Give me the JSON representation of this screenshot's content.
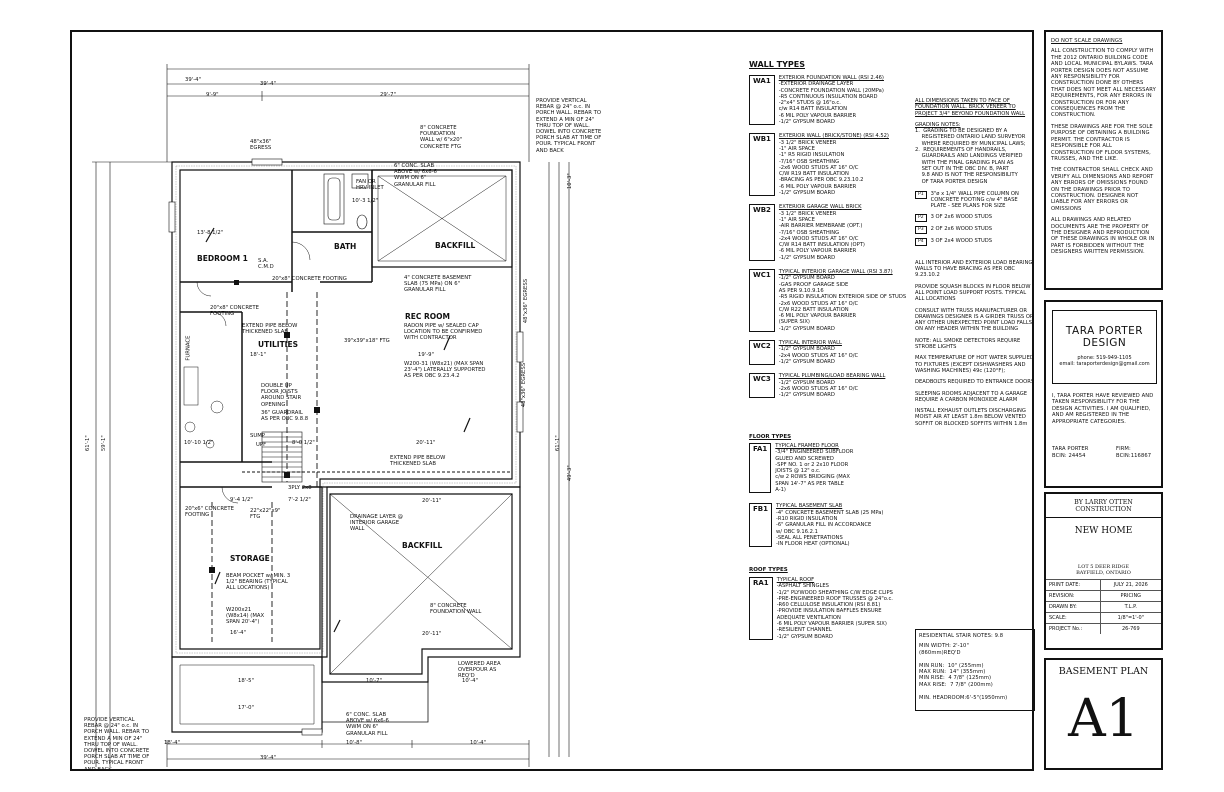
{
  "plan": {
    "dims_top": [
      "39'-4\"",
      "39'-4\"",
      "9'-9\"",
      "29'-7\""
    ],
    "dims_bottom": [
      "18'-4\"",
      "10'-8\"",
      "10'-4\"",
      "39'-4\""
    ],
    "dims_left": [
      "61'-1\"",
      "59'-1\""
    ],
    "dims_right": [
      "61'-1\"",
      "10'-3\"",
      "49'-3\""
    ],
    "rooms": {
      "bedroom": "BEDROOM 1",
      "bath": "BATH",
      "backfill_top": "BACKFILL",
      "rec": "REC ROOM",
      "utilities": "UTILITIES",
      "storage": "STORAGE",
      "backfill_bottom": "BACKFILL",
      "furnace": "FURNACE",
      "sump": "SUMP",
      "upf": "UPF",
      "egress_right1": "48\"x36\" EGRESS",
      "egress_right2": "48\"x36\" EGRESS"
    },
    "labels": {
      "window_top": "48\"x36\" EGRESS",
      "fan": "FAN OR HRV INLET",
      "bath_dim": "10'-3 1/2\"",
      "bedroom_dim": "13'-8 1/2\"",
      "sa": "S.A. C.M.D",
      "footing1": "20\"x8\" CONCRETE FOOTING",
      "footing2": "20\"x8\" CONCRETE FOOTING",
      "slab_note": "4\" CONCRETE BASEMENT SLAB (75 MPa) ON 6\" GRANULAR FILL",
      "extend_pipe": "EXTEND PIPE BELOW THICKENED SLAB",
      "radon": "RADON PIPE w/ SEALED CAP LOCATION TO BE CONFIRMED WITH CONTRACTOR",
      "beam": "W200-31 (W8x21) (MAX SPAN 23'-4\") LATERALLY SUPPORTED AS PER OBC 9.23.4.2",
      "joists": "DOUBLE UP FLOOR JOISTS AROUND STAIR OPENING",
      "guardrail": "36\" GUARDRAIL AS PER OBC 9.8.8",
      "extend_pipe2": "EXTEND PIPE BELOW THICKENED SLAB",
      "ply": "3PLY 2x8",
      "footing3": "20\"x6\" CONCRETE FOOTING",
      "ftg": "22\"x22\"x9\" FTG",
      "pocket": "BEAM POCKET w/ MIN. 3 1/2\" BEARING (TYPICAL ALL LOCATIONS)",
      "beam2": "W200x21 (W8x14) (MAX SPAN 20'-4\")",
      "drainage": "DRAINAGE LAYER @ INTERIOR GARAGE WALL",
      "found_wall": "8\" CONCRETE FOUNDATION WALL",
      "lowered": "LOWERED AREA OVERPOUR AS REQ'D",
      "porch_slab": "6\" CONC. SLAB ABOVE w/ 6x6-6 WWM ON 6\" GRANULAR FILL",
      "porch_slab2": "6\" CONC. SLAB ABOVE w/ 6x6-6 WWM ON 6\" GRANULAR FILL",
      "found_wall_top": "8\" CONCRETE FOUNDATION WALL w/ 6\"x20\" CONCRETE FTG",
      "rebar_top": "PROVIDE VERTICAL REBAR @ 24\" o.c. IN PORCH WALL. REBAR TO EXTEND A MIN OF 24\" THRU TOP OF WALL. DOWEL INTO CONCRETE PORCH SLAB AT TIME OF POUR. TYPICAL FRONT AND BACK",
      "rebar_bottom": "PROVIDE VERTICAL REBAR @ 24\" o.c. IN PORCH WALL. REBAR TO EXTEND A MIN OF 24\" THRU TOP OF WALL. DOWEL INTO CONCRETE PORCH SLAB AT TIME OF POUR. TYPICAL FRONT AND BACK",
      "dim_rec": "19'-9\"",
      "dim_util": "18'-1\"",
      "dim_rec2": "20'-11\"",
      "dim_gar": "20'-11\"",
      "dim_gar2": "20'-11\"",
      "dim_stor": "16'-4\"",
      "dim_porch": "18'-5\"",
      "dim_porch2": "17'-0\"",
      "dim_low": "10'-7\"",
      "dim_low2": "10'-4\"",
      "dim_a": "10'-10 1/2\"",
      "dim_b": "8'-0 1/2\"",
      "dim_c": "9'-4 1/2\"",
      "dim_d": "7'-2 1/2\"",
      "dim_e": "39\"x39\"x18\" FTG"
    }
  },
  "wall_types": {
    "title": "WALL TYPES",
    "items": [
      {
        "tag": "WA1",
        "head": "EXTERIOR FOUNDATION WALL (RSI 2.46)",
        "lines": [
          "-EXTERIOR DRAINAGE LAYER",
          "-CONCRETE FOUNDATION WALL (20MPa)",
          "-R5 CONTINUOUS INSULATION BOARD",
          "-2\"x4\" STUDS @ 16\"o.c.",
          "c/w R14 BATT INSULATION",
          "-6 MIL POLY VAPOUR BARRIER",
          "-1/2\" GYPSUM BOARD"
        ]
      },
      {
        "tag": "WB1",
        "head": "EXTERIOR WALL (BRICK/STONE) (RSI 4.52)",
        "lines": [
          "-3 1/2\" BRICK VENEER",
          "-1\" AIR SPACE",
          "-1\" R5 RIGID INSULATION",
          "-7/16\" OSB SHEATHING",
          "-2x6 WOOD STUDS AT 16\" O/C",
          "C/W R19 BATT INSULATION",
          "-BRACING AS PER OBC 9.23.10.2",
          "-6 MIL POLY VAPOUR BARRIER",
          "-1/2\" GYPSUM BOARD"
        ]
      },
      {
        "tag": "WB2",
        "head": "EXTERIOR GARAGE WALL BRICK",
        "lines": [
          "-3 1/2\" BRICK VENEER",
          "-1\" AIR SPACE",
          "-AIR BARRIER MEMBRANE (OPT.)",
          "-7/16\" OSB SHEATHING",
          "-2x4 WOOD STUDS AT 16\" O/C",
          "C/W R14 BATT INSULATION (OPT)",
          "-6 MIL POLY VAPOUR BARRIER",
          "-1/2\" GYPSUM BOARD"
        ]
      },
      {
        "tag": "WC1",
        "head": "TYPICAL INTERIOR GARAGE WALL (RSI 3.87)",
        "lines": [
          "-1/2\" GYPSUM BOARD",
          "-GAS PROOF GARAGE SIDE",
          "AS PER 9.10.9.16",
          "-R5 RIGID INSULATION EXTERIOR SIDE OF STUDS",
          "-2x6 WOOD STUDS AT 16\" O/C",
          "C/W R22 BATT INSULATION",
          "-6 MIL POLY VAPOUR BARRIER",
          "(SUPER SIX)",
          "-1/2\" GYPSUM BOARD"
        ]
      },
      {
        "tag": "WC2",
        "head": "TYPICAL INTERIOR WALL",
        "lines": [
          "-1/2\" GYPSUM BOARD",
          "-2x4 WOOD STUDS AT 16\" O/C",
          "-1/2\" GYPSUM BOARD"
        ]
      },
      {
        "tag": "WC3",
        "head": "TYPICAL PLUMBING/LOAD BEARING WALL",
        "lines": [
          "-1/2\" GYPSUM BOARD",
          "-2x6 WOOD STUDS AT 16\" O/C",
          "-1/2\" GYPSUM BOARD"
        ]
      }
    ],
    "floor_title": "FLOOR TYPES",
    "floors": [
      {
        "tag": "FA1",
        "head": "TYPICAL FRAMED FLOOR",
        "lines": [
          "-3/4\" ENGINEERED SUBFLOOR",
          "GLUED AND SCREWED",
          "-SPF NO. 1 or 2 2x10 FLOOR",
          "JOISTS @ 12\" o.c.",
          "c/w 2 ROWS BRIDGING (MAX",
          "SPAN 14'-7\" AS PER TABLE",
          "A-1)"
        ]
      },
      {
        "tag": "FB1",
        "head": "TYPICAL BASEMENT SLAB",
        "lines": [
          "-4\" CONCRETE BASEMENT SLAB (25 MPa)",
          "-R10 RIGID INSULATION",
          "-6\" GRANULAR FILL IN ACCORDANCE",
          "w/ OBC 9.16.2.1",
          "-SEAL ALL PENETRATIONS",
          "-IN FLOOR HEAT (OPTIONAL)"
        ]
      }
    ],
    "roof_title": "ROOF TYPES",
    "roofs": [
      {
        "tag": "RA1",
        "head": "TYPICAL ROOF",
        "lines": [
          "-ASPHALT SHINGLES",
          "-1/2\" PLYWOOD SHEATHING C/W EDGE CLIPS",
          "-PRE-ENGINEERED ROOF TRUSSES @ 24\"o.c.",
          "-R60 CELLULOSE INSULATION (RSI 8.81)",
          "-PROVIDE INSULATION BAFFLES ENSURE",
          "ADEQUATE VENTILATION",
          "-6 MIL POLY VAPOUR BARRIER (SUPER SIX)",
          "-RESILIENT CHANNEL",
          "-1/2\" GYPSUM BOARD"
        ]
      }
    ]
  },
  "general_notes": {
    "dims": [
      "ALL DIMENSIONS TAKEN TO FACE OF",
      "FOUNDATION WALL. BRICK VENEER TO",
      "PROJECT 3/4\" BEYOND FOUNDATION WALL"
    ],
    "grading_title": "GRADING NOTES:",
    "grading": [
      "1.  GRADING TO BE DESIGNED BY A",
      "    REGISTERED ONTARIO LAND SURVEYOR",
      "    WHERE REQUIRED BY MUNICIPAL LAWS;",
      "2.  REQUIREMENTS OF HANDRAILS,",
      "    GUARDRAILS AND LANDINGS VERIFIED",
      "    WITH THE FINAL GRADING PLAN AS",
      "    SET OUT IN THE OBC DIV. B, PART",
      "    9.8 AND IS NOT THE RESPONSIBILITY",
      "    OF TARA PORTER DESIGN"
    ],
    "posts": [
      {
        "tag": "P1",
        "text": "3\"ø x 1/4\" WALL PIPE COLUMN ON CONCRETE FOOTING c/w 4\" BASE PLATE - SEE PLANS FOR SIZE"
      },
      {
        "tag": "P2",
        "text": "3 OF 2x6 WOOD STUDS"
      },
      {
        "tag": "P3",
        "text": "2 OF 2x6 WOOD STUDS"
      },
      {
        "tag": "P4",
        "text": "3 OF 2x4 WOOD STUDS"
      }
    ],
    "paras": [
      "ALL INTERIOR AND EXTERIOR LOAD BEARING WALLS TO HAVE BRACING AS PER OBC 9.23.10.2",
      "PROVIDE SQUASH BLOCKS IN FLOOR BELOW ALL POINT LOAD SUPPORT POSTS. TYPICAL ALL LOCATIONS",
      "CONSULT WITH TRUSS MANUFACTURER OR DRAWINGS DESIGNER IS A GIRDER TRUSS OR ANY OTHER UNEXPECTED POINT LOAD FALLS ON ANY HEADER WITHIN THE BUILDING",
      "NOTE: ALL SMOKE DETECTORS REQUIRE STROBE LIGHTS",
      "MAX TEMPERATURE OF HOT WATER SUPPLIED TO FIXTURES (EXCEPT DISHWASHERS AND WASHING MACHINES) 49c (120°F);",
      "DEADBOLTS REQUIRED TO ENTRANCE DOORS",
      "SLEEPING ROOMS ADJACENT TO A GARAGE REQUIRE A CARBON MONOXIDE ALARM",
      "INSTALL EXHAUST OUTLETS DISCHARGING MOIST AIR AT LEAST 1.8m BELOW VENTED SOFFIT OR BLOCKED SOFFITS WITHIN 1.8m"
    ],
    "stair_title": "RESIDENTIAL STAIR NOTES: 9.8",
    "stair_lines": [
      "MIN WIDTH: 2'-10\"",
      "(860mm)REQ'D",
      "",
      "MIN RUN:  10\" (255mm)",
      "MAX RUN:  14\" (355mm)",
      "MIN RISE:  4 7/8\" (125mm)",
      "MAX RISE:  7 7/8\" (200mm)",
      "",
      "MIN. HEADROOM:6'-5\"(1950mm)"
    ]
  },
  "titleblock": {
    "disclaimer_title": "DO NOT SCALE DRAWINGS",
    "disclaimer": [
      "ALL CONSTRUCTION TO COMPLY WITH THE 2012 ONTARIO BUILDING CODE AND LOCAL MUNICIPAL BYLAWS. TARA PORTER DESIGN DOES NOT ASSUME ANY RESPONSIBILITY FOR CONSTRUCTION DONE BY OTHERS THAT DOES NOT MEET ALL NECESSARY REQUIREMENTS, FOR ANY ERRORS IN CONSTRUCTION OR FOR ANY CONSEQUENCES FROM THE CONSTRUCTION.",
      "THESE DRAWINGS ARE FOR THE SOLE PURPOSE OF OBTAINING A BUILDING PERMIT. THE CONTRACTOR IS RESPONSIBLE FOR ALL CONSTRUCTION OF FLOOR SYSTEMS, TRUSSES, AND THE LIKE.",
      "THE CONTRACTOR SHALL CHECK AND VERIFY ALL DIMENSIONS AND REPORT ANY ERRORS OF OMISSIONS FOUND ON THE DRAWINGS PRIOR TO CONSTRUCTION. DESIGNER NOT LIABLE FOR ANY ERRORS OR OMISSIONS",
      "ALL DRAWINGS AND RELATED DOCUMENTS ARE THE PROPERTY OF THE DESIGNER AND REPRODUCTION OF THESE DRAWINGS IN WHOLE OR IN PART IS FORBIDDEN WITHOUT THE DESIGNERS WRITTEN PERMISSION."
    ],
    "firm_line1": "TARA PORTER",
    "firm_line2": "DESIGN",
    "phone": "phone: 519-949-1105",
    "email": "email: taraporterdesign@gmail.com",
    "cert": "I, TARA PORTER HAVE REVIEWED AND TAKEN RESPONSIBILITY FOR THE DESIGN ACTIVITIES. I AM QUALIFIED, AND AM REGISTERED IN THE APPROPRIATE CATEGORIES.",
    "name_lbl": "TARA PORTER",
    "bcin_lbl": "BCIN: 24454",
    "firm_lbl": "FIRM:",
    "firm_bcin": "BCIN:116867",
    "client": "BY LARRY OTTEN CONSTRUCTION",
    "project": "NEW HOME",
    "addr1": "LOT 5 DEER RIDGE",
    "addr2": "BAYFIELD, ONTARIO",
    "rows": [
      {
        "k": "PRINT DATE:",
        "v": "JULY 21, 2026"
      },
      {
        "k": "REVISION:",
        "v": "PRICING"
      },
      {
        "k": "DRAWN BY:",
        "v": "T.L.P."
      },
      {
        "k": "SCALE:",
        "v": "1/8\"=1'-0\""
      },
      {
        "k": "PROJECT No.:",
        "v": "26-769"
      }
    ],
    "sheet_title": "BASEMENT PLAN",
    "sheet_no": "A1"
  }
}
